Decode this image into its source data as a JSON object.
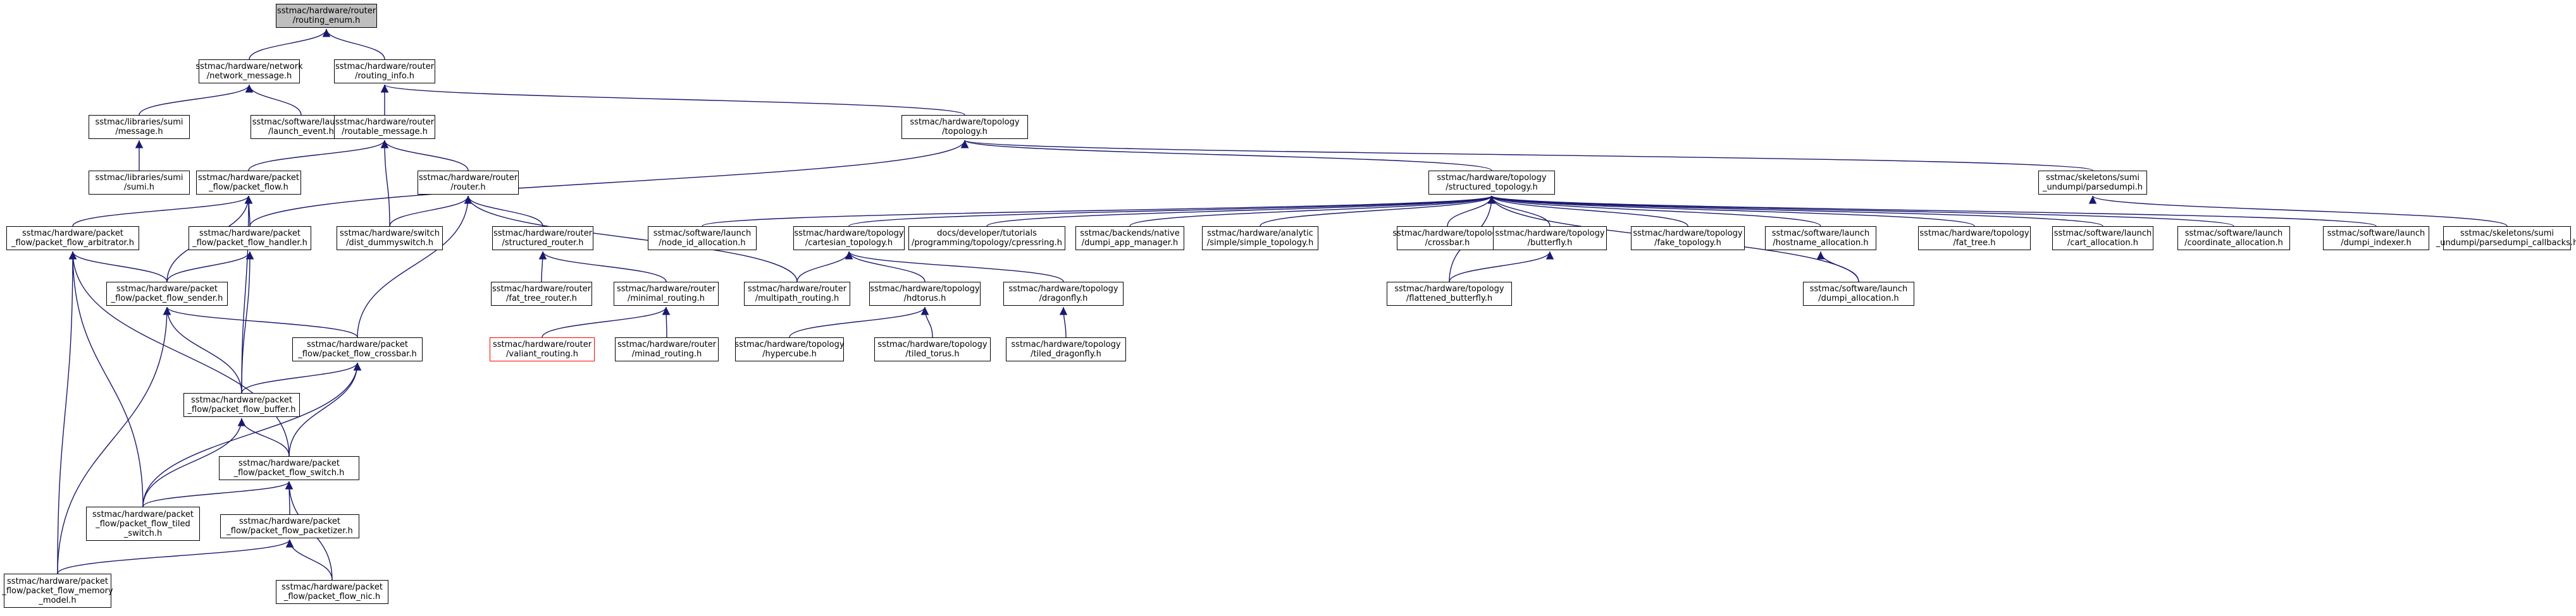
{
  "graph": {
    "edge_color": "#191970",
    "node_border_color": "#000000",
    "root_fill_color": "#bfbfbf",
    "missing_border_color": "#ff0000",
    "nodes": [
      {
        "id": "n_routing_enum",
        "label": "sstmac/hardware/router\n/routing_enum.h",
        "root": true
      },
      {
        "id": "n_network_message",
        "label": "sstmac/hardware/network\n/network_message.h"
      },
      {
        "id": "n_routing_info",
        "label": "sstmac/hardware/router\n/routing_info.h"
      },
      {
        "id": "n_sumi_message",
        "label": "sstmac/libraries/sumi\n/message.h"
      },
      {
        "id": "n_launch_event",
        "label": "sstmac/software/launch\n/launch_event.h"
      },
      {
        "id": "n_routable_message",
        "label": "sstmac/hardware/router\n/routable_message.h"
      },
      {
        "id": "n_topology",
        "label": "sstmac/hardware/topology\n/topology.h"
      },
      {
        "id": "n_sumi",
        "label": "sstmac/libraries/sumi\n/sumi.h"
      },
      {
        "id": "n_packet_flow",
        "label": "sstmac/hardware/packet\n_flow/packet_flow.h"
      },
      {
        "id": "n_router",
        "label": "sstmac/hardware/router\n/router.h"
      },
      {
        "id": "n_structured_topology",
        "label": "sstmac/hardware/topology\n/structured_topology.h"
      },
      {
        "id": "n_parsedumpi",
        "label": "sstmac/skeletons/sumi\n_undumpi/parsedumpi.h"
      },
      {
        "id": "n_pf_arbitrator",
        "label": "sstmac/hardware/packet\n_flow/packet_flow_arbitrator.h"
      },
      {
        "id": "n_pf_handler",
        "label": "sstmac/hardware/packet\n_flow/packet_flow_handler.h"
      },
      {
        "id": "n_dist_dummyswitch",
        "label": "sstmac/hardware/switch\n/dist_dummyswitch.h"
      },
      {
        "id": "n_structured_router",
        "label": "sstmac/hardware/router\n/structured_router.h"
      },
      {
        "id": "n_node_id_allocation",
        "label": "sstmac/software/launch\n/node_id_allocation.h"
      },
      {
        "id": "n_cartesian_topology",
        "label": "sstmac/hardware/topology\n/cartesian_topology.h"
      },
      {
        "id": "n_cpressring",
        "label": "docs/developer/tutorials\n/programming/topology/cpressring.h"
      },
      {
        "id": "n_dumpi_app_manager",
        "label": "sstmac/backends/native\n/dumpi_app_manager.h"
      },
      {
        "id": "n_simple_topology",
        "label": "sstmac/hardware/analytic\n/simple/simple_topology.h"
      },
      {
        "id": "n_crossbar",
        "label": "sstmac/hardware/topology\n/crossbar.h"
      },
      {
        "id": "n_butterfly",
        "label": "sstmac/hardware/topology\n/butterfly.h"
      },
      {
        "id": "n_fake_topology",
        "label": "sstmac/hardware/topology\n/fake_topology.h"
      },
      {
        "id": "n_hostname_allocation",
        "label": "sstmac/software/launch\n/hostname_allocation.h"
      },
      {
        "id": "n_fat_tree",
        "label": "sstmac/hardware/topology\n/fat_tree.h"
      },
      {
        "id": "n_cart_allocation",
        "label": "sstmac/software/launch\n/cart_allocation.h"
      },
      {
        "id": "n_coordinate_allocation",
        "label": "sstmac/software/launch\n/coordinate_allocation.h"
      },
      {
        "id": "n_dumpi_indexer",
        "label": "sstmac/software/launch\n/dumpi_indexer.h"
      },
      {
        "id": "n_parsedumpi_callbacks",
        "label": "sstmac/skeletons/sumi\n_undumpi/parsedumpi_callbacks.h"
      },
      {
        "id": "n_pf_sender",
        "label": "sstmac/hardware/packet\n_flow/packet_flow_sender.h"
      },
      {
        "id": "n_fat_tree_router",
        "label": "sstmac/hardware/router\n/fat_tree_router.h"
      },
      {
        "id": "n_minimal_routing",
        "label": "sstmac/hardware/router\n/minimal_routing.h"
      },
      {
        "id": "n_multipath_routing",
        "label": "sstmac/hardware/router\n/multipath_routing.h"
      },
      {
        "id": "n_hdtorus",
        "label": "sstmac/hardware/topology\n/hdtorus.h"
      },
      {
        "id": "n_dragonfly",
        "label": "sstmac/hardware/topology\n/dragonfly.h"
      },
      {
        "id": "n_flattened_butterfly",
        "label": "sstmac/hardware/topology\n/flattened_butterfly.h"
      },
      {
        "id": "n_dumpi_allocation",
        "label": "sstmac/software/launch\n/dumpi_allocation.h"
      },
      {
        "id": "n_pf_crossbar",
        "label": "sstmac/hardware/packet\n_flow/packet_flow_crossbar.h"
      },
      {
        "id": "n_valiant_routing",
        "label": "sstmac/hardware/router\n/valiant_routing.h",
        "missing": true
      },
      {
        "id": "n_minad_routing",
        "label": "sstmac/hardware/router\n/minad_routing.h"
      },
      {
        "id": "n_hypercube",
        "label": "sstmac/hardware/topology\n/hypercube.h"
      },
      {
        "id": "n_tiled_torus",
        "label": "sstmac/hardware/topology\n/tiled_torus.h"
      },
      {
        "id": "n_tiled_dragonfly",
        "label": "sstmac/hardware/topology\n/tiled_dragonfly.h"
      },
      {
        "id": "n_pf_buffer",
        "label": "sstmac/hardware/packet\n_flow/packet_flow_buffer.h"
      },
      {
        "id": "n_pf_switch",
        "label": "sstmac/hardware/packet\n_flow/packet_flow_switch.h"
      },
      {
        "id": "n_pf_tiled_switch",
        "label": "sstmac/hardware/packet\n_flow/packet_flow_tiled\n_switch.h"
      },
      {
        "id": "n_pf_packetizer",
        "label": "sstmac/hardware/packet\n_flow/packet_flow_packetizer.h"
      },
      {
        "id": "n_pf_memory_model",
        "label": "sstmac/hardware/packet\n_flow/packet_flow_memory\n_model.h"
      },
      {
        "id": "n_pf_nic",
        "label": "sstmac/hardware/packet\n_flow/packet_flow_nic.h"
      }
    ],
    "edges": [
      [
        "n_network_message",
        "n_routing_enum"
      ],
      [
        "n_routing_info",
        "n_routing_enum"
      ],
      [
        "n_sumi_message",
        "n_network_message"
      ],
      [
        "n_launch_event",
        "n_network_message"
      ],
      [
        "n_routable_message",
        "n_routing_info"
      ],
      [
        "n_topology",
        "n_routing_info"
      ],
      [
        "n_sumi",
        "n_sumi_message"
      ],
      [
        "n_packet_flow",
        "n_routable_message"
      ],
      [
        "n_router",
        "n_routable_message"
      ],
      [
        "n_dist_dummyswitch",
        "n_routable_message"
      ],
      [
        "n_structured_topology",
        "n_topology"
      ],
      [
        "n_parsedumpi",
        "n_topology"
      ],
      [
        "n_pf_handler",
        "n_topology"
      ],
      [
        "n_pf_arbitrator",
        "n_packet_flow"
      ],
      [
        "n_pf_handler",
        "n_packet_flow"
      ],
      [
        "n_pf_sender",
        "n_packet_flow"
      ],
      [
        "n_pf_buffer",
        "n_packet_flow"
      ],
      [
        "n_dist_dummyswitch",
        "n_router"
      ],
      [
        "n_structured_router",
        "n_router"
      ],
      [
        "n_multipath_routing",
        "n_router"
      ],
      [
        "n_pf_crossbar",
        "n_router"
      ],
      [
        "n_node_id_allocation",
        "n_structured_topology"
      ],
      [
        "n_cartesian_topology",
        "n_structured_topology"
      ],
      [
        "n_cpressring",
        "n_structured_topology"
      ],
      [
        "n_dumpi_app_manager",
        "n_structured_topology"
      ],
      [
        "n_simple_topology",
        "n_structured_topology"
      ],
      [
        "n_crossbar",
        "n_structured_topology"
      ],
      [
        "n_butterfly",
        "n_structured_topology"
      ],
      [
        "n_fake_topology",
        "n_structured_topology"
      ],
      [
        "n_hostname_allocation",
        "n_structured_topology"
      ],
      [
        "n_fat_tree",
        "n_structured_topology"
      ],
      [
        "n_cart_allocation",
        "n_structured_topology"
      ],
      [
        "n_coordinate_allocation",
        "n_structured_topology"
      ],
      [
        "n_dumpi_indexer",
        "n_structured_topology"
      ],
      [
        "n_flattened_butterfly",
        "n_structured_topology"
      ],
      [
        "n_dumpi_allocation",
        "n_structured_topology"
      ],
      [
        "n_parsedumpi_callbacks",
        "n_parsedumpi"
      ],
      [
        "n_pf_sender",
        "n_pf_arbitrator"
      ],
      [
        "n_pf_switch",
        "n_pf_arbitrator"
      ],
      [
        "n_pf_tiled_switch",
        "n_pf_arbitrator"
      ],
      [
        "n_pf_memory_model",
        "n_pf_arbitrator"
      ],
      [
        "n_pf_sender",
        "n_pf_handler"
      ],
      [
        "n_pf_buffer",
        "n_pf_handler"
      ],
      [
        "n_fat_tree_router",
        "n_structured_router"
      ],
      [
        "n_minimal_routing",
        "n_structured_router"
      ],
      [
        "n_multipath_routing",
        "n_cartesian_topology"
      ],
      [
        "n_hdtorus",
        "n_cartesian_topology"
      ],
      [
        "n_dragonfly",
        "n_cartesian_topology"
      ],
      [
        "n_flattened_butterfly",
        "n_butterfly"
      ],
      [
        "n_dumpi_allocation",
        "n_hostname_allocation"
      ],
      [
        "n_pf_crossbar",
        "n_pf_sender"
      ],
      [
        "n_pf_buffer",
        "n_pf_sender"
      ],
      [
        "n_pf_memory_model",
        "n_pf_sender"
      ],
      [
        "n_valiant_routing",
        "n_minimal_routing"
      ],
      [
        "n_minad_routing",
        "n_minimal_routing"
      ],
      [
        "n_hypercube",
        "n_hdtorus"
      ],
      [
        "n_tiled_torus",
        "n_hdtorus"
      ],
      [
        "n_tiled_dragonfly",
        "n_dragonfly"
      ],
      [
        "n_pf_buffer",
        "n_pf_crossbar"
      ],
      [
        "n_pf_switch",
        "n_pf_crossbar"
      ],
      [
        "n_pf_tiled_switch",
        "n_pf_crossbar"
      ],
      [
        "n_pf_switch",
        "n_pf_buffer"
      ],
      [
        "n_pf_tiled_switch",
        "n_pf_buffer"
      ],
      [
        "n_pf_tiled_switch",
        "n_pf_switch"
      ],
      [
        "n_pf_packetizer",
        "n_pf_switch"
      ],
      [
        "n_pf_nic",
        "n_pf_switch"
      ],
      [
        "n_pf_memory_model",
        "n_pf_packetizer"
      ],
      [
        "n_pf_nic",
        "n_pf_packetizer"
      ]
    ]
  }
}
